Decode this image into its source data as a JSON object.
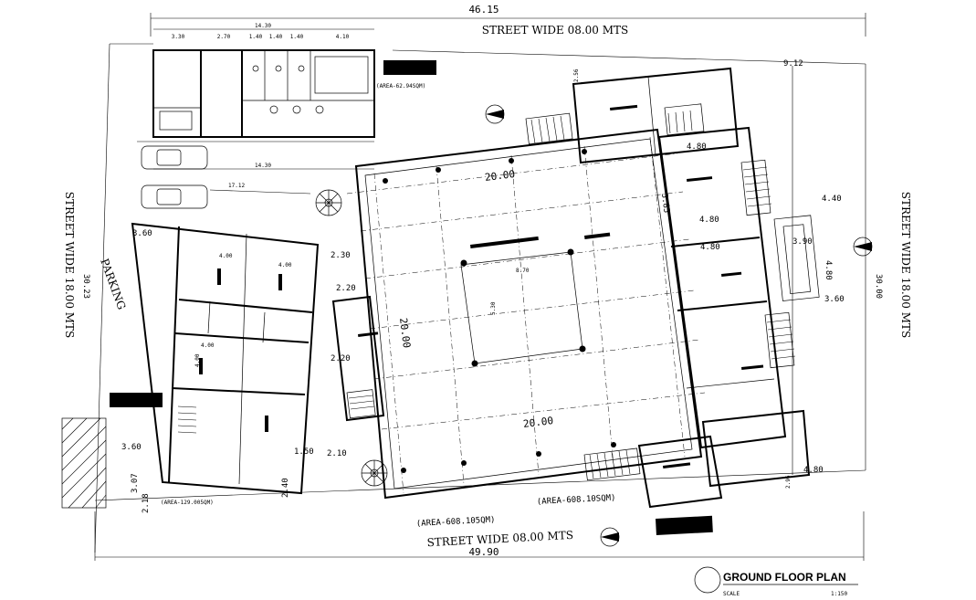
{
  "title_block": {
    "title": "GROUND FLOOR PLAN",
    "scale_label": "SCALE",
    "scale_value": "1:150"
  },
  "streets": {
    "top": "STREET WIDE 08.00 MTS",
    "bottom": "STREET WIDE 08.00 MTS",
    "left": "STREET WIDE 18.00 MTS",
    "right": "STREET WIDE 18.00 MTS"
  },
  "zones": {
    "parking": "PARKING"
  },
  "areas": {
    "top_block": "(AREA-62.94SQM)",
    "left_block": "(AREA-129.005QM)",
    "main_left": "(AREA-608.105QM)",
    "main_right": "(AREA-608.10SQM)"
  },
  "dimensions": {
    "overall_top": "46.15",
    "overall_bottom": "49.90",
    "right_overall": "30.00",
    "left_overall": "30.23",
    "hall_top": "20.00",
    "hall_bottom": "20.00",
    "hall_side": "20.00",
    "top_block_width": "14.30",
    "top_block_bottom_width": "14.30",
    "top_block_segments": [
      "3.30",
      "2.70",
      "1.40",
      "1.40",
      "1.40",
      "4.10"
    ],
    "offset_top_right": "9.12",
    "d_1712": "17.12",
    "d_360_a": "3.60",
    "d_360_b": "3.60",
    "d_360_c": "3.60",
    "d_480_a": "4.80",
    "d_480_b": "4.80",
    "d_480_c": "4.80",
    "d_440": "4.40",
    "d_220": "2.20",
    "d_230": "2.30",
    "d_210": "2.10",
    "d_150": "1.50",
    "d_307": "3.07",
    "d_218": "2.18",
    "d_240": "2.40",
    "d_296": "2.96",
    "d_390": "3.90",
    "d_480_v": "4.80",
    "d_870": "8.70",
    "d_530": "5.30",
    "d_400_a": "4.00",
    "d_400_b": "4.00",
    "d_400_c": "4.00",
    "d_400_d": "4.00",
    "d_205": "2.05",
    "d_256": "2.56"
  }
}
